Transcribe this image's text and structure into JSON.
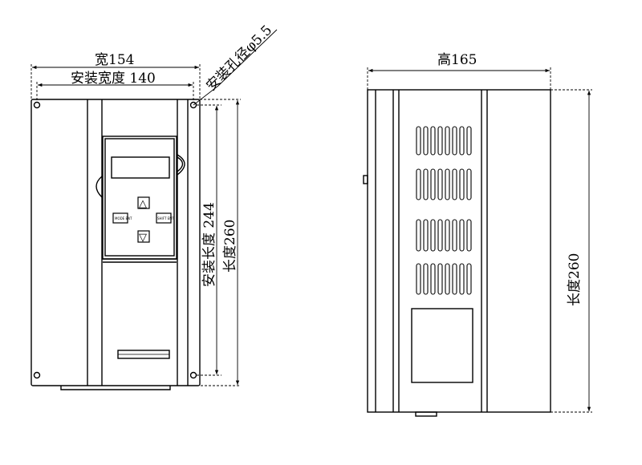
{
  "front_view": {
    "overall_width_label": "宽154",
    "mount_width_label": "安装宽度 140",
    "hole_label": "安装孔径φ5.5",
    "mount_length_label": "安装长度 244",
    "overall_length_label": "长度260",
    "keypad": {
      "up_symbol": "△",
      "down_symbol": "▽",
      "left_key_label": "MODE ENT",
      "right_key_label": "SHIFT ENT"
    }
  },
  "side_view": {
    "height_label": "高165",
    "length_label": "长度260"
  }
}
